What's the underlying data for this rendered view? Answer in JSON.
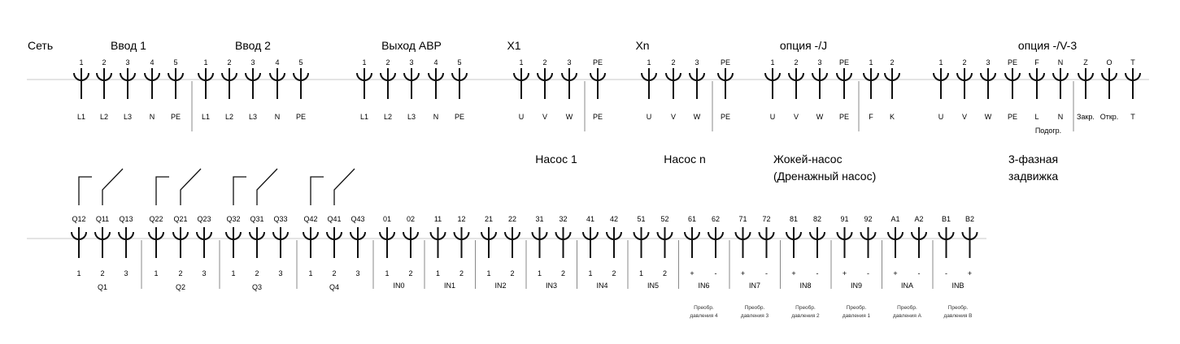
{
  "row1": {
    "net_label": "Сеть",
    "groups": [
      {
        "id": "vvod1",
        "title": "Ввод 1",
        "terminals": [
          {
            "top": "1",
            "bottom": "L1"
          },
          {
            "top": "2",
            "bottom": "L2"
          },
          {
            "top": "3",
            "bottom": "L3"
          },
          {
            "top": "4",
            "bottom": "N"
          },
          {
            "top": "5",
            "bottom": "PE"
          }
        ]
      },
      {
        "id": "vvod2",
        "title": "Ввод 2",
        "terminals": [
          {
            "top": "1",
            "bottom": "L1"
          },
          {
            "top": "2",
            "bottom": "L2"
          },
          {
            "top": "3",
            "bottom": "L3"
          },
          {
            "top": "4",
            "bottom": "N"
          },
          {
            "top": "5",
            "bottom": "PE"
          }
        ]
      },
      {
        "id": "avr",
        "title": "Выход АВР",
        "terminals": [
          {
            "top": "1",
            "bottom": "L1"
          },
          {
            "top": "2",
            "bottom": "L2"
          },
          {
            "top": "3",
            "bottom": "L3"
          },
          {
            "top": "4",
            "bottom": "N"
          },
          {
            "top": "5",
            "bottom": "PE"
          }
        ]
      },
      {
        "id": "x1",
        "title": "X1",
        "caption": "Насос 1",
        "terminals": [
          {
            "top": "1",
            "bottom": "U"
          },
          {
            "top": "2",
            "bottom": "V"
          },
          {
            "top": "3",
            "bottom": "W"
          },
          {
            "top": "PE",
            "bottom": "PE"
          }
        ]
      },
      {
        "id": "xn",
        "title": "Xn",
        "caption": "Насос n",
        "terminals": [
          {
            "top": "1",
            "bottom": "U"
          },
          {
            "top": "2",
            "bottom": "V"
          },
          {
            "top": "3",
            "bottom": "W"
          },
          {
            "top": "PE",
            "bottom": "PE"
          }
        ]
      },
      {
        "id": "optj",
        "title": "опция -/J",
        "caption_lines": [
          "Жокей-насос",
          "(Дренажный насос)"
        ],
        "terminals": [
          {
            "top": "1",
            "bottom": "U"
          },
          {
            "top": "2",
            "bottom": "V"
          },
          {
            "top": "3",
            "bottom": "W"
          },
          {
            "top": "PE",
            "bottom": "PE"
          },
          {
            "top": "1",
            "bottom": "F"
          },
          {
            "top": "2",
            "bottom": "K"
          }
        ]
      },
      {
        "id": "optv3",
        "title": "опция -/V-3",
        "caption_lines": [
          "3-фазная",
          "задвижка"
        ],
        "sub_label": "Подогр.",
        "terminals": [
          {
            "top": "1",
            "bottom": "U"
          },
          {
            "top": "2",
            "bottom": "V"
          },
          {
            "top": "3",
            "bottom": "W"
          },
          {
            "top": "PE",
            "bottom": "PE"
          },
          {
            "top": "F",
            "bottom": "L"
          },
          {
            "top": "N",
            "bottom": "N"
          },
          {
            "top": "Z",
            "bottom": "Закр."
          },
          {
            "top": "O",
            "bottom": "Откр."
          },
          {
            "top": "T",
            "bottom": "T"
          }
        ]
      }
    ]
  },
  "row2": {
    "relays": [
      {
        "id": "Q1",
        "terminals": [
          {
            "top": "Q12",
            "bottom": "1"
          },
          {
            "top": "Q11",
            "bottom": "2"
          },
          {
            "top": "Q13",
            "bottom": "3"
          }
        ]
      },
      {
        "id": "Q2",
        "terminals": [
          {
            "top": "Q22",
            "bottom": "1"
          },
          {
            "top": "Q21",
            "bottom": "2"
          },
          {
            "top": "Q23",
            "bottom": "3"
          }
        ]
      },
      {
        "id": "Q3",
        "terminals": [
          {
            "top": "Q32",
            "bottom": "1"
          },
          {
            "top": "Q31",
            "bottom": "2"
          },
          {
            "top": "Q33",
            "bottom": "3"
          }
        ]
      },
      {
        "id": "Q4",
        "terminals": [
          {
            "top": "Q42",
            "bottom": "1"
          },
          {
            "top": "Q41",
            "bottom": "2"
          },
          {
            "top": "Q43",
            "bottom": "3"
          }
        ]
      }
    ],
    "inputs": [
      {
        "id": "IN0",
        "terminals": [
          {
            "top": "01",
            "bottom": "1"
          },
          {
            "top": "02",
            "bottom": "2"
          }
        ]
      },
      {
        "id": "IN1",
        "terminals": [
          {
            "top": "11",
            "bottom": "1"
          },
          {
            "top": "12",
            "bottom": "2"
          }
        ]
      },
      {
        "id": "IN2",
        "terminals": [
          {
            "top": "21",
            "bottom": "1"
          },
          {
            "top": "22",
            "bottom": "2"
          }
        ]
      },
      {
        "id": "IN3",
        "terminals": [
          {
            "top": "31",
            "bottom": "1"
          },
          {
            "top": "32",
            "bottom": "2"
          }
        ]
      },
      {
        "id": "IN4",
        "terminals": [
          {
            "top": "41",
            "bottom": "1"
          },
          {
            "top": "42",
            "bottom": "2"
          }
        ]
      },
      {
        "id": "IN5",
        "terminals": [
          {
            "top": "51",
            "bottom": "1"
          },
          {
            "top": "52",
            "bottom": "2"
          }
        ]
      },
      {
        "id": "IN6",
        "note": [
          "Преобр.",
          "давления 4"
        ],
        "terminals": [
          {
            "top": "61",
            "bottom": "+"
          },
          {
            "top": "62",
            "bottom": "-"
          }
        ]
      },
      {
        "id": "IN7",
        "note": [
          "Преобр.",
          "давления 3"
        ],
        "terminals": [
          {
            "top": "71",
            "bottom": "+"
          },
          {
            "top": "72",
            "bottom": "-"
          }
        ]
      },
      {
        "id": "IN8",
        "note": [
          "Преобр.",
          "давления 2"
        ],
        "terminals": [
          {
            "top": "81",
            "bottom": "+"
          },
          {
            "top": "82",
            "bottom": "-"
          }
        ]
      },
      {
        "id": "IN9",
        "note": [
          "Преобр.",
          "давления 1"
        ],
        "terminals": [
          {
            "top": "91",
            "bottom": "+"
          },
          {
            "top": "92",
            "bottom": "-"
          }
        ]
      },
      {
        "id": "INA",
        "note": [
          "Преобр.",
          "давления А"
        ],
        "terminals": [
          {
            "top": "A1",
            "bottom": "+"
          },
          {
            "top": "A2",
            "bottom": "-"
          }
        ]
      },
      {
        "id": "INB",
        "note": [
          "Преобр.",
          "давления В"
        ],
        "terminals": [
          {
            "top": "B1",
            "bottom": "-"
          },
          {
            "top": "B2",
            "bottom": "+"
          }
        ]
      }
    ]
  },
  "colors": {
    "line": "#c8c8c8",
    "stroke": "#111111",
    "divider": "#888888"
  }
}
